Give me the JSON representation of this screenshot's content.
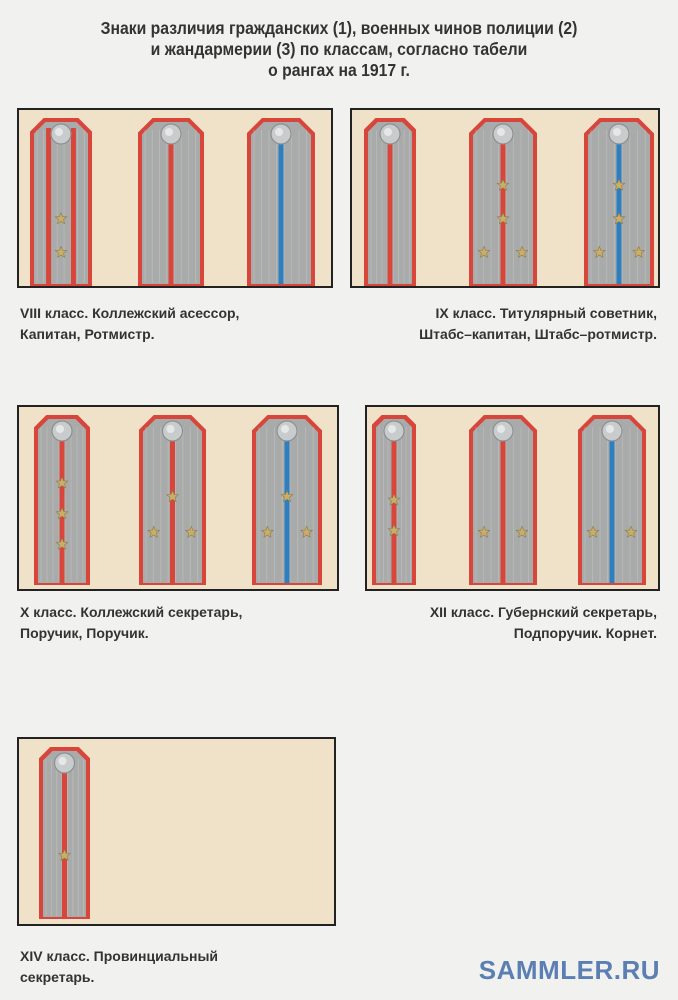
{
  "title": {
    "line1": "Знаки различия гражданских (1), военных чинов полиции (2)",
    "line2": "и жандармерии (3) по классам, согласно табели",
    "line3": "о рангах на 1917 г."
  },
  "colors": {
    "civil_stripe": "#d8453a",
    "police_stripe": "#d8453a",
    "gendarme_stripe": "#2d7fc0",
    "edging": "#d8453a",
    "cloth": "#a9abaa",
    "star": "#c9ad6a"
  },
  "panels": [
    {
      "id": "viii",
      "caption": [
        "VIII класс. Коллежский асессор,",
        "Капитан, Ротмистр."
      ],
      "epaulettes": [
        {
          "branch": "civil",
          "stripes": 2,
          "stripe_color": "#d8453a",
          "stars": "center-2-low"
        },
        {
          "branch": "police",
          "stripes": 1,
          "stripe_color": "#d8453a",
          "stars": "none"
        },
        {
          "branch": "gendarme",
          "stripes": 1,
          "stripe_color": "#2d7fc0",
          "stars": "none"
        }
      ]
    },
    {
      "id": "ix",
      "caption": [
        "IX класс. Титулярный советник,",
        "Штабс–капитан, Штабс–ротмистр."
      ],
      "epaulettes": [
        {
          "branch": "civil",
          "stripes": 1,
          "stripe_color": "#d8453a",
          "stars": "none"
        },
        {
          "branch": "police",
          "stripes": 1,
          "stripe_color": "#d8453a",
          "stars": "center-2-side-2"
        },
        {
          "branch": "gendarme",
          "stripes": 1,
          "stripe_color": "#2d7fc0",
          "stars": "center-2-side-2"
        }
      ]
    },
    {
      "id": "x",
      "caption": [
        "X класс. Коллежский секретарь,",
        "Поручик, Поручик."
      ],
      "epaulettes": [
        {
          "branch": "civil",
          "stripes": 1,
          "stripe_color": "#d8453a",
          "stars": "center-3"
        },
        {
          "branch": "police",
          "stripes": 1,
          "stripe_color": "#d8453a",
          "stars": "center-1-side-2"
        },
        {
          "branch": "gendarme",
          "stripes": 1,
          "stripe_color": "#2d7fc0",
          "stars": "center-1-side-2"
        }
      ]
    },
    {
      "id": "xii",
      "caption": [
        "XII класс. Губернский секретарь,",
        "Подпоручик. Корнет."
      ],
      "epaulettes": [
        {
          "branch": "civil",
          "stripes": 1,
          "stripe_color": "#d8453a",
          "stars": "center-2"
        },
        {
          "branch": "police",
          "stripes": 1,
          "stripe_color": "#d8453a",
          "stars": "side-2"
        },
        {
          "branch": "gendarme",
          "stripes": 1,
          "stripe_color": "#2d7fc0",
          "stars": "side-2"
        }
      ]
    },
    {
      "id": "xiv",
      "caption": [
        "XIV класс. Провинциальный",
        "секретарь."
      ],
      "epaulettes": [
        {
          "branch": "civil",
          "stripes": 1,
          "stripe_color": "#d8453a",
          "stars": "center-1"
        }
      ]
    }
  ],
  "watermark": "SAMMLER.RU"
}
